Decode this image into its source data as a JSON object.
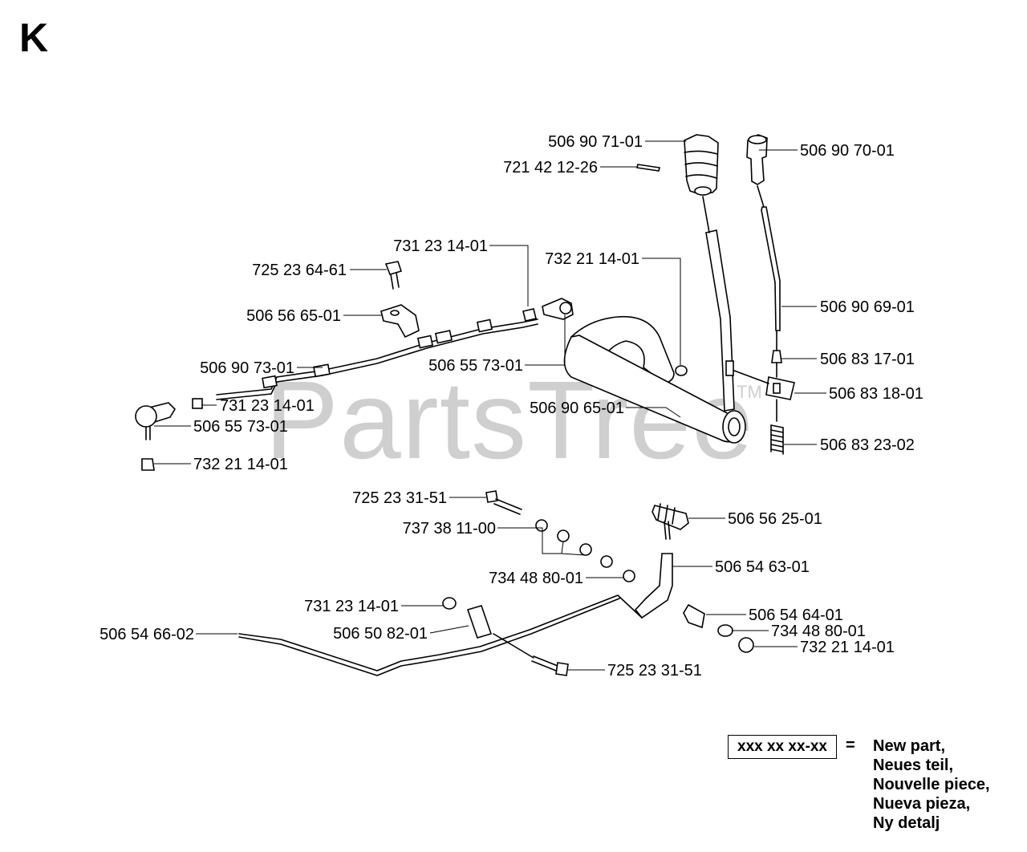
{
  "sheet_letter": "K",
  "watermark": "PartsTree",
  "watermark_mark": "TM",
  "callouts": [
    {
      "id": "c1",
      "label": "506 90 71-01"
    },
    {
      "id": "c2",
      "label": "721 42 12-26"
    },
    {
      "id": "c3",
      "label": "506 90 70-01"
    },
    {
      "id": "c4",
      "label": "731 23 14-01"
    },
    {
      "id": "c5",
      "label": "732 21 14-01"
    },
    {
      "id": "c6",
      "label": "725 23 64-61"
    },
    {
      "id": "c7",
      "label": "506 56 65-01"
    },
    {
      "id": "c8",
      "label": "506 90 69-01"
    },
    {
      "id": "c9",
      "label": "506 90 73-01"
    },
    {
      "id": "c10",
      "label": "506 55 73-01"
    },
    {
      "id": "c11",
      "label": "506 83 17-01"
    },
    {
      "id": "c12",
      "label": "731 23 14-01"
    },
    {
      "id": "c13",
      "label": "506 83 18-01"
    },
    {
      "id": "c14",
      "label": "506 90 65-01"
    },
    {
      "id": "c15",
      "label": "506 55 73-01"
    },
    {
      "id": "c16",
      "label": "506 83 23-02"
    },
    {
      "id": "c17",
      "label": "732 21 14-01"
    },
    {
      "id": "c18",
      "label": "725 23 31-51"
    },
    {
      "id": "c19",
      "label": "506 56 25-01"
    },
    {
      "id": "c20",
      "label": "737 38 11-00"
    },
    {
      "id": "c21",
      "label": "506 54 63-01"
    },
    {
      "id": "c22",
      "label": "734 48 80-01"
    },
    {
      "id": "c23",
      "label": "731 23 14-01"
    },
    {
      "id": "c24",
      "label": "506 54 64-01"
    },
    {
      "id": "c25",
      "label": "734 48 80-01"
    },
    {
      "id": "c26",
      "label": "506 54 66-02"
    },
    {
      "id": "c27",
      "label": "506 50 82-01"
    },
    {
      "id": "c28",
      "label": "732 21 14-01"
    },
    {
      "id": "c29",
      "label": "725 23 31-51"
    }
  ],
  "legend": {
    "code": "xxx xx xx-xx",
    "equals": "=",
    "translations": [
      "New part,",
      "Neues teil,",
      "Nouvelle piece,",
      "Nueva pieza,",
      "Ny detalj"
    ]
  }
}
